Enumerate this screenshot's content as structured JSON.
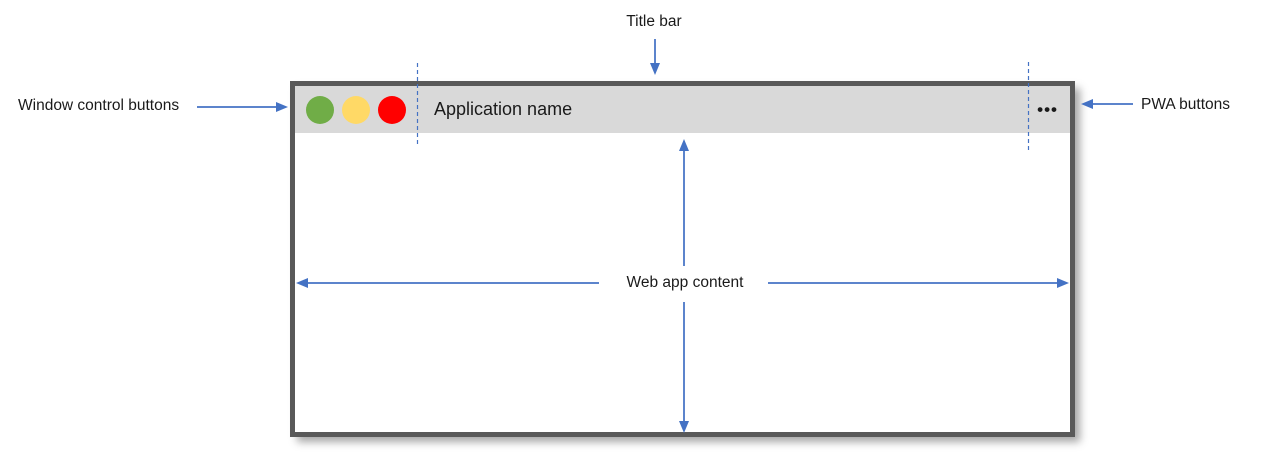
{
  "colors": {
    "accent_blue": "#4472C4",
    "window_border": "#595959",
    "titlebar_bg": "#D9D9D9",
    "control_green": "#70AD47",
    "control_yellow": "#FFD966",
    "control_red": "#FF0000"
  },
  "callouts": {
    "title_bar": "Title bar",
    "window_control_buttons": "Window control buttons",
    "pwa_buttons": "PWA buttons",
    "web_app_content": "Web app content"
  },
  "window": {
    "titlebar": {
      "app_name": "Application name",
      "controls": [
        {
          "name": "green-control",
          "color": "#70AD47"
        },
        {
          "name": "yellow-control",
          "color": "#FFD966"
        },
        {
          "name": "red-control",
          "color": "#FF0000"
        }
      ],
      "pwa_menu_icon": "•••"
    }
  }
}
